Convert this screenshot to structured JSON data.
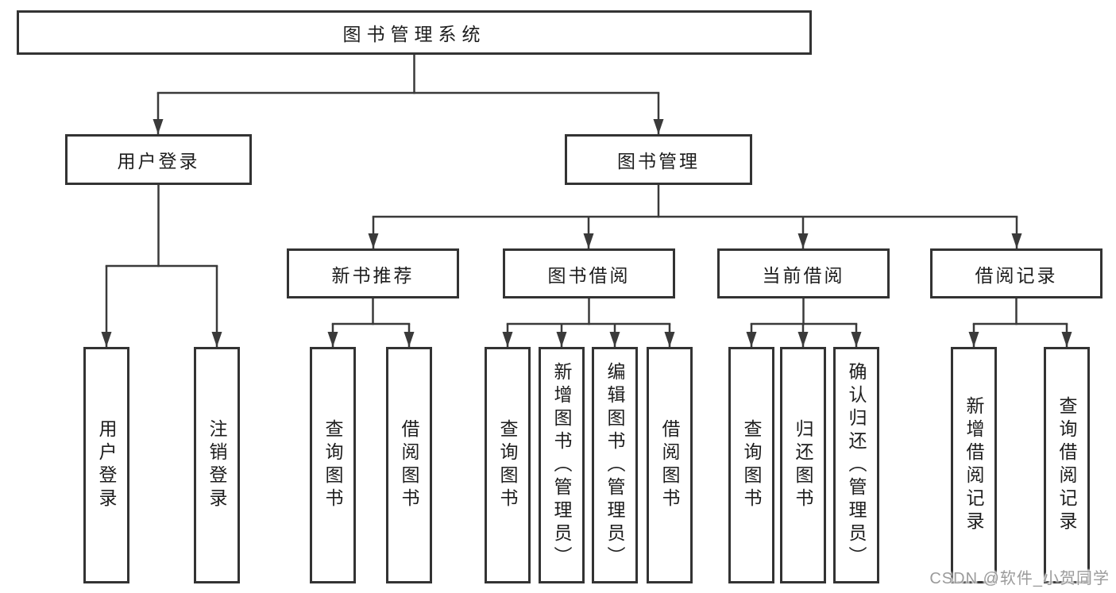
{
  "diagram_title": "图书管理系统",
  "colors": {
    "background": "#ffffff",
    "line": "#3a3a3a",
    "box_border": "#333333",
    "text": "#1d1d1d",
    "watermark": "#9b9b9b"
  },
  "nodes": {
    "root": "图书管理系统",
    "user_login": "用户登录",
    "book_mgmt": "图书管理",
    "new_book_rec": "新书推荐",
    "book_borrow": "图书借阅",
    "current_borrow": "当前借阅",
    "borrow_record": "借阅记录",
    "ul_login": "用户登录",
    "ul_logout": "注销登录",
    "nb_query": "查询图书",
    "nb_borrow": "借阅图书",
    "bb_query": "查询图书",
    "bb_add": "新增图书（管理员）",
    "bb_edit": "编辑图书（管理员）",
    "bb_borrow": "借阅图书",
    "cb_query": "查询图书",
    "cb_return": "归还图书",
    "cb_confirm": "确认归还（管理员）",
    "br_add": "新增借阅记录",
    "br_query": "查询借阅记录"
  },
  "hierarchy": {
    "图书管理系统": {
      "用户登录": [
        "用户登录",
        "注销登录"
      ],
      "图书管理": {
        "新书推荐": [
          "查询图书",
          "借阅图书"
        ],
        "图书借阅": [
          "查询图书",
          "新增图书（管理员）",
          "编辑图书（管理员）",
          "借阅图书"
        ],
        "当前借阅": [
          "查询图书",
          "归还图书",
          "确认归还（管理员）"
        ],
        "借阅记录": [
          "新增借阅记录",
          "查询借阅记录"
        ]
      }
    }
  },
  "watermark": "CSDN @软件_小贺同学"
}
